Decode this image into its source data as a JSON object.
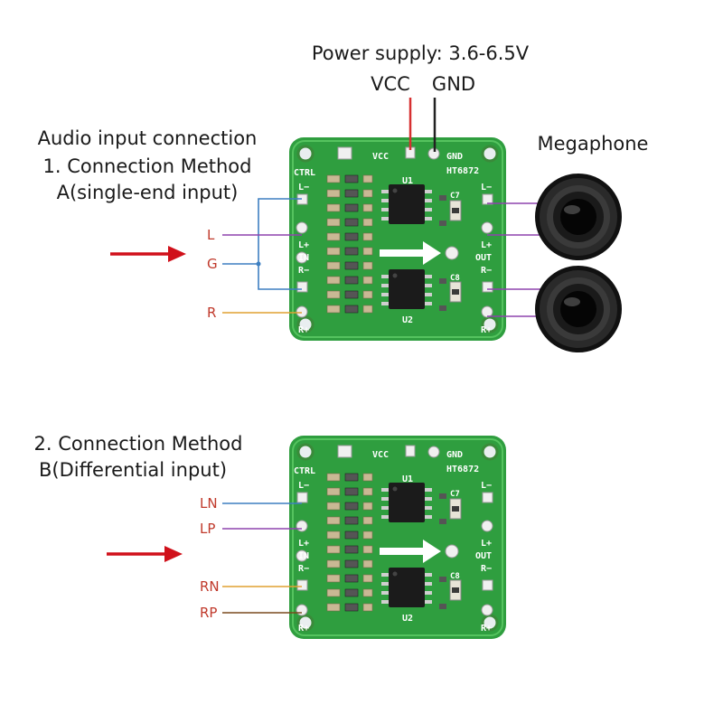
{
  "captions": {
    "power_supply": "Power supply: 3.6-6.5V",
    "vcc": "VCC",
    "gnd": "GND",
    "audio_title": "Audio input connection",
    "method_a_line1": "1. Connection Method",
    "method_a_line2": "A(single-end input)",
    "megaphone": "Megaphone",
    "method_b_line1": "2. Connection Method",
    "method_b_line2": "B(Differential input)"
  },
  "signals_a": {
    "l": "L",
    "g": "G",
    "r": "R"
  },
  "signals_b": {
    "ln": "LN",
    "lp": "LP",
    "rn": "RN",
    "rp": "RP"
  },
  "board": {
    "vcc": "VCC",
    "gnd": "GND",
    "ctrl": "CTRL",
    "model": "HT6872",
    "u1": "U1",
    "u2": "U2",
    "c7": "C7",
    "c8": "C8",
    "l_minus": "L−",
    "l_plus": "L+",
    "r_minus": "R−",
    "r_plus": "R+",
    "in": "IN",
    "out": "OUT"
  },
  "colors": {
    "pcb_green": "#2f9e3f",
    "vcc_wire": "#d63031",
    "gnd_wire": "#222222",
    "signal_l": "#8e44ad",
    "signal_g": "#3d7fc1",
    "signal_r": "#e0a030",
    "signal_rp": "#7a4a1e",
    "arrow": "#d0101a"
  }
}
